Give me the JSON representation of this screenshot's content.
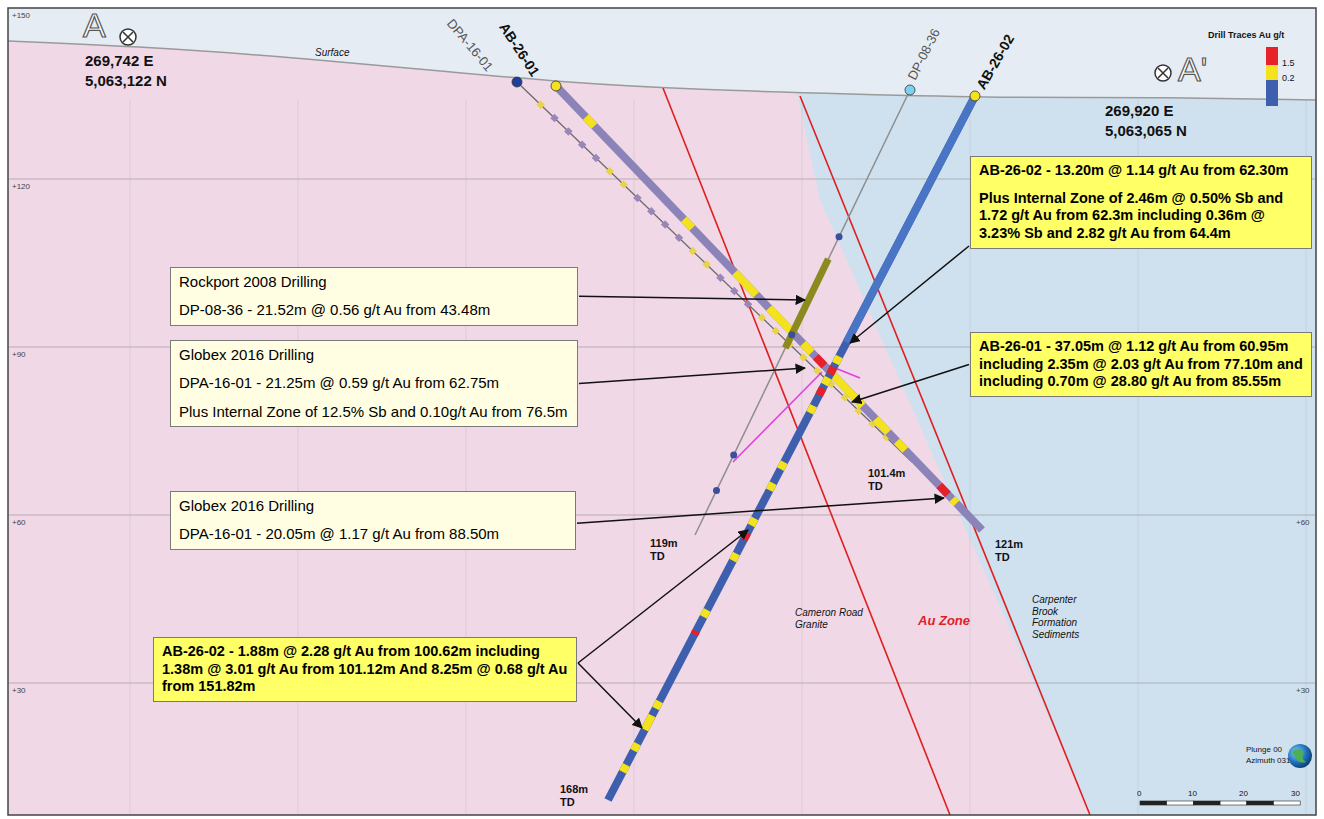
{
  "diagram": {
    "nodes": [
      {
        "text": [
          "AB-26-02 - 13.20m @ 1.14 g/t Au from 62.30m",
          "Plus Internal Zone of 2.46m @ 0.50% Sb and 1.72 g/t Au from 62.3m including 0.36m @ 3.23% Sb and 2.82 g/t Au from 64.4m"
        ]
      },
      {
        "text": [
          "Rockport 2008 Drilling",
          "DP-08-36 - 21.52m @ 0.56 g/t Au from 43.48m"
        ]
      },
      {
        "text": [
          "Globex 2016 Drilling",
          "DPA-16-01 - 21.25m @ 0.59 g/t Au from 62.75m",
          "Plus Internal Zone of 12.5% Sb and 0.10g/t Au from 76.5m"
        ]
      },
      {
        "text": [
          "AB-26-01 - 37.05m @ 1.12 g/t Au from 60.95m including 2.35m @ 2.03 g/t Au from 77.10m and including 0.70m @ 28.80 g/t Au from 85.55m"
        ]
      },
      {
        "text": [
          "Globex 2016 Drilling",
          "DPA-16-01 - 20.05m @ 1.17 g/t Au from 88.50m"
        ]
      },
      {
        "text": [
          "AB-26-02 - 1.88m @ 2.28 g/t Au from 100.62m including 1.38m @ 3.01 g/t Au from 101.12m And 8.25m @ 0.68 g/t Au from 151.82m"
        ]
      }
    ],
    "labels": [
      "A",
      "269,742 E",
      "5,063,122 N",
      "Surface",
      "DPA-16-01",
      "AB-26-01",
      "DP-08-36",
      "AB-26-02",
      "A'",
      "269,920 E",
      "5,063,065 N",
      "Drill Traces Au g/t",
      "1.5",
      "0.2",
      "+150",
      "+120",
      "+90",
      "+60",
      "+30",
      "+60",
      "+30",
      "101.4m TD",
      "119m TD",
      "121m TD",
      "168m TD",
      "Cameron Road Granite",
      "Au Zone",
      "Carpenter Brook Formation Sediments",
      "Plunge 00",
      "Azimuth 031",
      "0",
      "10",
      "20",
      "30"
    ]
  }
}
